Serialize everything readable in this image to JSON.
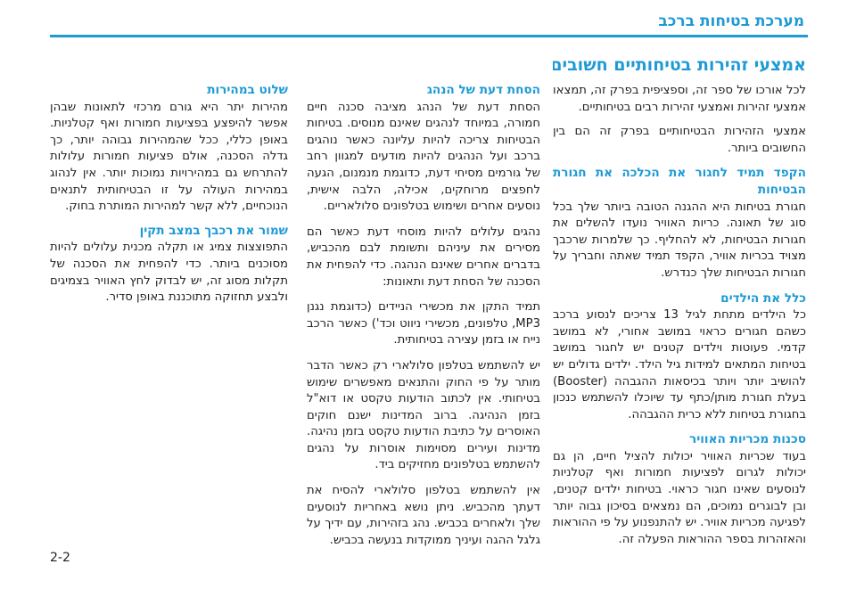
{
  "header": {
    "title": "מערכת בטיחות ברכב"
  },
  "page_number": "2-2",
  "right_column": {
    "main_heading": "אמצעי זהירות בטיחותיים חשובים",
    "intro_paragraphs": [
      "לכל אורכו של ספר זה, וספציפית בפרק זה, תמצאו אמצעי זהירות ואמצעי זהירות רבים בטיחותיים.",
      "אמצעי הזהירות הבטיחותיים בפרק זה הם בין החשובים ביותר."
    ],
    "sections": [
      {
        "heading": "הקפד תמיד לחגור את הכלכה את חגורת הבטיחות",
        "text": "חגורת בטיחות היא ההגנה הטובה ביותר שלך בכל סוג של תאונה. כריות האוויר נועדו להשלים את חגורות הבטיחות, לא להחליף. כך שלמרות שרכבך מצויד בכריות אוויר, הקפד תמיד שאתה וחבריך על חגורות הבטיחות שלך כנדרש.",
        "bullet": false
      },
      {
        "heading": "כלל את הילדים",
        "text": "כל הילדים מתחת לגיל 13 צריכים לנסוע ברכב כשהם חגורים כראוי במושב אחורי, לא במושב קדמי. פעוטות וילדים קטנים יש לחגור במושב בטיחות המתאים למידות גיל הילד. ילדים גדולים יש להושיב יותר ויותר בכיסאות ההגבהה (Booster) בעלת חגורת מותן/כתף עד שיוכלו להשתמש כנכון בחגורת בטיחות ללא כרית ההגבהה.",
        "bullet": true
      },
      {
        "heading": "סכנות מכריות האוויר",
        "text": "בעוד שכריות האוויר יכולות להציל חיים, הן גם יכולות לגרום לפציעות חמורות ואף קטלניות לנוסעים שאינו חגור כראוי. בטיחות ילדים קטנים, ובן לבוגרים נמוכים, הם נמצאים בסיכון גבוה יותר לפגיעה מכריות אוויר. יש להתנפנוע על פי ההוראות והאזהרות בספר ההוראות הפעלה זה.",
        "bullet": true
      }
    ]
  },
  "middle_column": {
    "sections": [
      {
        "heading": "הסחת דעת של הנהג",
        "paragraphs": [
          "הסחת דעת של הנהג מציבה סכנה חיים חמורה, במיוחד לנהגים שאינם מנוסים. בטיחות הבטיחות צריכה להיות עליונה כאשר נוהגים ברכב ועל הנהגים להיות מודעים למגוון רחב של גורמים מסיחי דעת, כדוגמת מנמנום, הגעה לחפצים מרוחקים, אכילה, הלבה אישית, נוסעים אחרים ושימוש בטלפונים סלולאריים.",
          "נהגים עלולים להיות מוסחי דעת כאשר הם מסירים את עיניהם ותשומת לבם מהכביש, בדברים אחרים שאינם הנהגה. כדי להפחית את הסכנה של הסחת דעת ותאונות:",
          "תמיד התקן את מכשירי הניידים (כדוגמת נגנן MP3, טלפונים, מכשירי ניווט וכד') כאשר הרכב נייח או בזמן עצירה בטיחותית.",
          "יש להשתמש בטלפון סלולארי רק כאשר הדבר מותר על פי החוק והתנאים מאפשרים שימוש בטיחותי. אין לכתוב הודעות טקסט או דוא\"ל בזמן הנהיגה. ברוב המדינות ישנם חוקים האוסרים על כתיבת הודעות טקסט בזמן נהיגה. מדינות ועירים מסוימות אוסרות על נהגים להשתמש בטלפונים מחזיקים ביד.",
          "אין להשתמש בטלפון סלולארי להסיח את דעתך מהכביש. ניתן נושא באחריות לנוסעים שלך ולאחרים בכביש. נהג בזהירות, עם ידיך על גלגל ההגה ועיניך ממוקדות בנעשה בכביש."
        ]
      }
    ]
  },
  "left_column": {
    "sections": [
      {
        "heading": "שלוט במהירות",
        "text": "מהירות יתר היא גורם מרכזי לתאונות שבהן אפשר להיפצע בפציעות חמורות ואף קטלניות. באופן כללי, ככל שהמהירות גבוהה יותר, כך גדלה הסכנה, אולם פציעות חמורות עלולות להתרחש גם במהירויות נמוכות יותר. אין לנהוג במהירות העולה על זו הבטיחותית לתנאים הנוכחיים, ללא קשר למהירות המותרת בחוק."
      },
      {
        "heading": "שמור את רכבך במצב תקין",
        "text": "התפוצצות צמיג או תקלה מכנית עלולים להיות מסוכנים ביותר. כדי להפחית את הסכנה של תקלות מסוג זה, יש לבדוק לחץ האוויר בצמיגים ולבצע תחזוקה מתוכננת באופן סדיר."
      }
    ]
  }
}
